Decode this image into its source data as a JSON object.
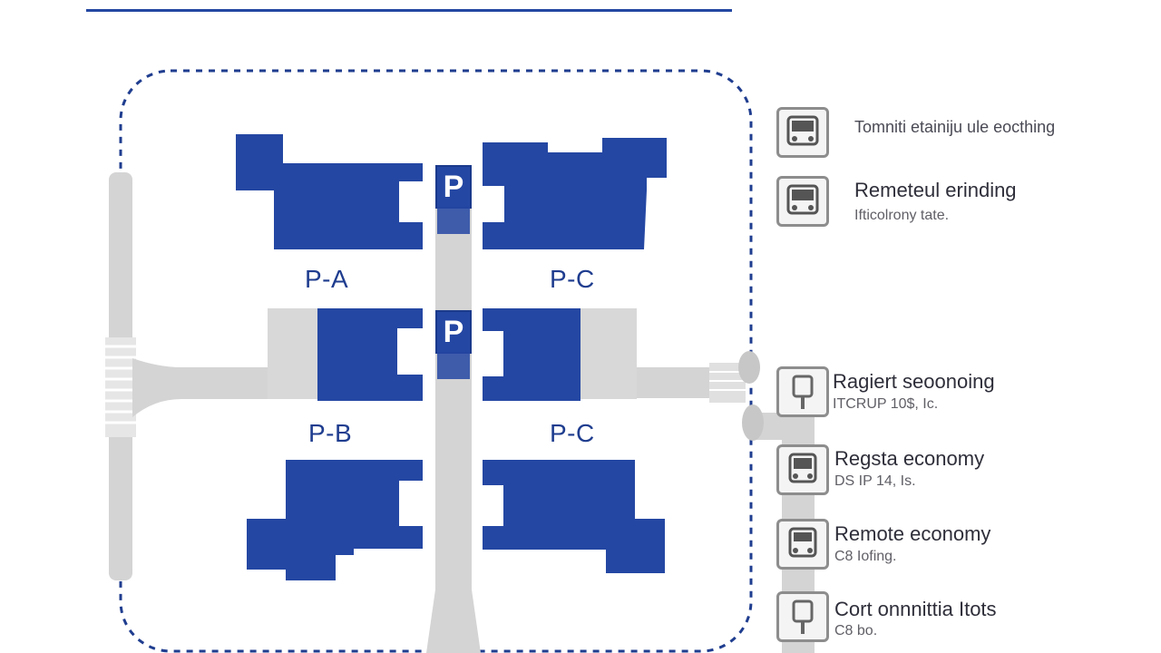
{
  "colors": {
    "accent": "#2447a3",
    "road": "#d4d4d4",
    "boundary": "#1f3d8f",
    "icon_border": "#8d8d8d"
  },
  "lots": [
    {
      "id": "pa",
      "label": "P-A"
    },
    {
      "id": "pc1",
      "label": "P-C"
    },
    {
      "id": "pb",
      "label": "P-B"
    },
    {
      "id": "pc2",
      "label": "P-C"
    }
  ],
  "parking_signs": [
    "P",
    "P"
  ],
  "legend": [
    {
      "icon": "bus-icon",
      "title": "Tomniti etainiju ule eocthing",
      "subtitle": ""
    },
    {
      "icon": "bus-icon",
      "title": "Remeteul erinding",
      "subtitle": "Ifticolrony tate."
    },
    {
      "icon": "parking-meter-icon",
      "title": "Ragiert seoonoing",
      "subtitle": "ITCRUP 10$, Ic."
    },
    {
      "icon": "bus-icon",
      "title": "Regsta economy",
      "subtitle": "DS IP 14, Is."
    },
    {
      "icon": "shuttle-icon",
      "title": "Remote economy",
      "subtitle": "C8 Iofing."
    },
    {
      "icon": "parking-meter-icon",
      "title": "Cort onnnittia Itots",
      "subtitle": "C8 bo."
    }
  ]
}
